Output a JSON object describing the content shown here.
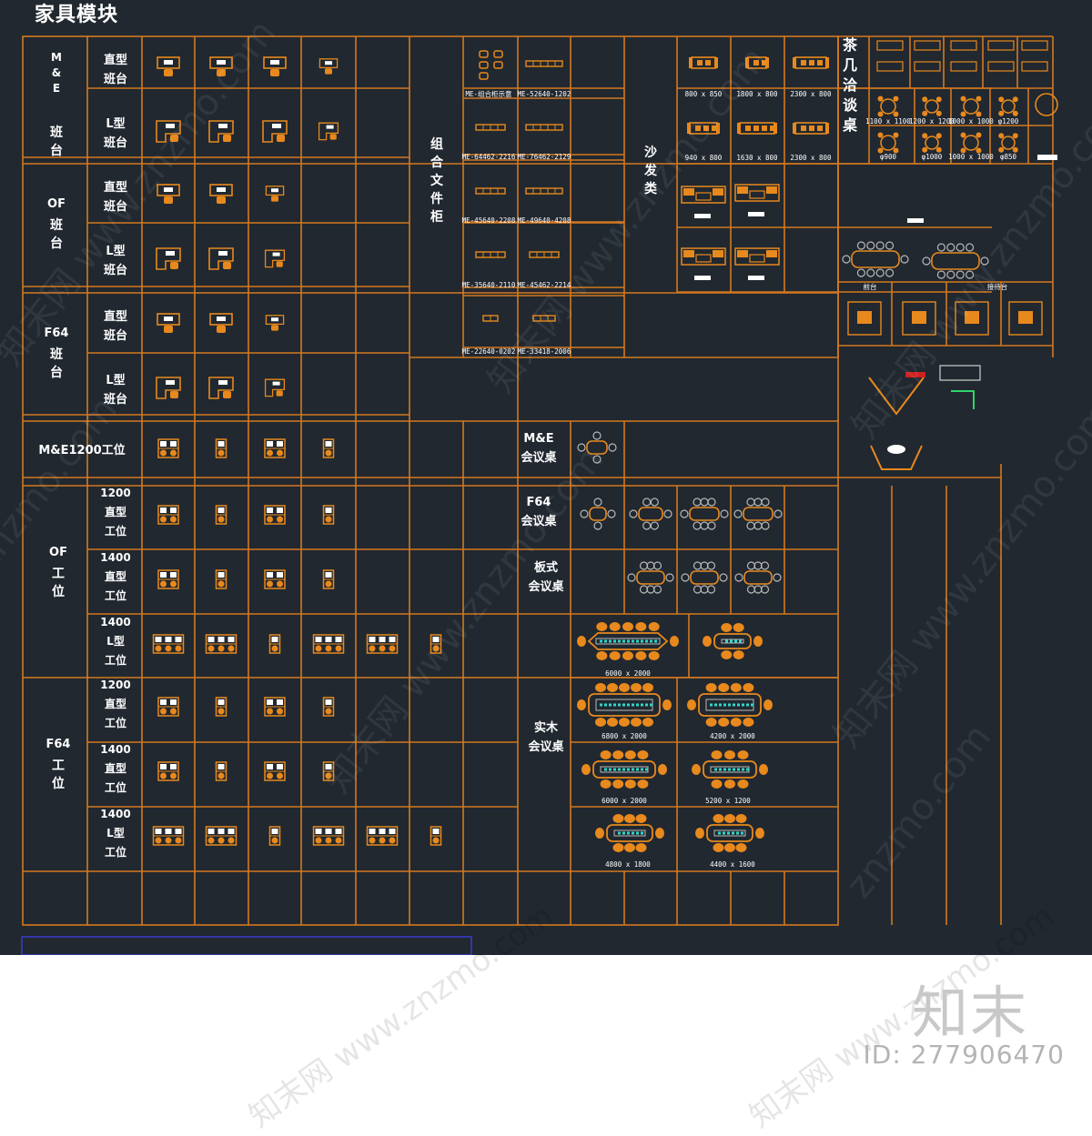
{
  "title": "家具模块",
  "colors": {
    "background": "#212830",
    "grid": "#d4781e",
    "furniture": "#e8891d",
    "text": "#ffffff",
    "accent_cyan": "#2fd6c8",
    "accent_blue": "#3a3ad0"
  },
  "desk_sections": [
    {
      "name": "M&E 班台",
      "rows": [
        "直型 班台",
        "L型 班台"
      ]
    },
    {
      "name": "OF 班台",
      "rows": [
        "直型 班台",
        "L型 班台"
      ]
    },
    {
      "name": "F64 班台",
      "rows": [
        "直型 班台",
        "L型 班台"
      ]
    }
  ],
  "me1200": "M&E1200工位",
  "of_station": {
    "name": "OF 工位",
    "rows": [
      "1200 直型 工位",
      "1400 直型 工位",
      "1400 L型 工位"
    ]
  },
  "f64_station": {
    "name": "F64 工位",
    "rows": [
      "1200 直型 工位",
      "1400 直型 工位",
      "1400 L型 工位"
    ]
  },
  "cabinet_label": "组合文件柜",
  "cabinet_codes": [
    [
      "ME-组合柜示意",
      "ME-52640-1202"
    ],
    [
      "ME-64462-2216",
      "ME-76462-2129"
    ],
    [
      "ME-45640-2208",
      "ME-49640-4208"
    ],
    [
      "ME-35640-2110",
      "ME-45462-2214"
    ],
    [
      "ME-22640-0202",
      "ME-33418-2006"
    ]
  ],
  "sofa_label": "沙发类",
  "sofa_dims": [
    "800 x 850",
    "1800 x 800",
    "2300 x 800",
    "940 x 800",
    "1630 x 800",
    "2300 x 800"
  ],
  "tea_label": "茶几 洽谈桌",
  "tea_dims": [
    "1100 x 1100",
    "1200 x 1200",
    "1000 x 1000",
    "φ1200",
    "φ900",
    "φ1000",
    "1000 x 1000",
    "φ850"
  ],
  "meeting": {
    "me": "M&E 会议桌",
    "f64": "F64 会议桌",
    "plate": "板式 会议桌",
    "wood": "实木 会议桌"
  },
  "wood_dims": [
    "6000 x 2000",
    "6800 x 2000",
    "4200 x 2000",
    "6000 x 2000",
    "5200 x 1200",
    "4800 x 1800",
    "4400 x 1600"
  ],
  "reception": [
    "前台",
    "接待台"
  ],
  "watermarks": [
    "知末网 www.znzmo.com",
    "znzmo.com"
  ],
  "brand": "知末",
  "image_id": "ID: 277906470"
}
